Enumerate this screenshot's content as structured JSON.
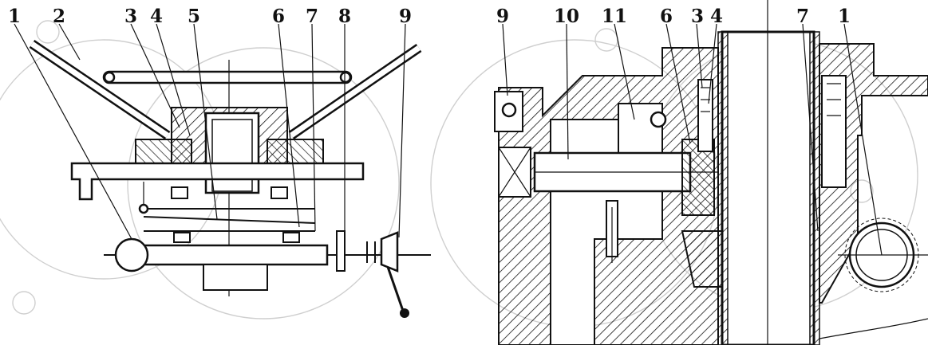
{
  "figure": {
    "left_view": {
      "callouts": [
        "1",
        "2",
        "3",
        "4",
        "5",
        "6",
        "7",
        "8",
        "9"
      ]
    },
    "right_view": {
      "callouts": [
        "9",
        "10",
        "11",
        "6",
        "3",
        "4",
        "7",
        "1"
      ]
    }
  }
}
